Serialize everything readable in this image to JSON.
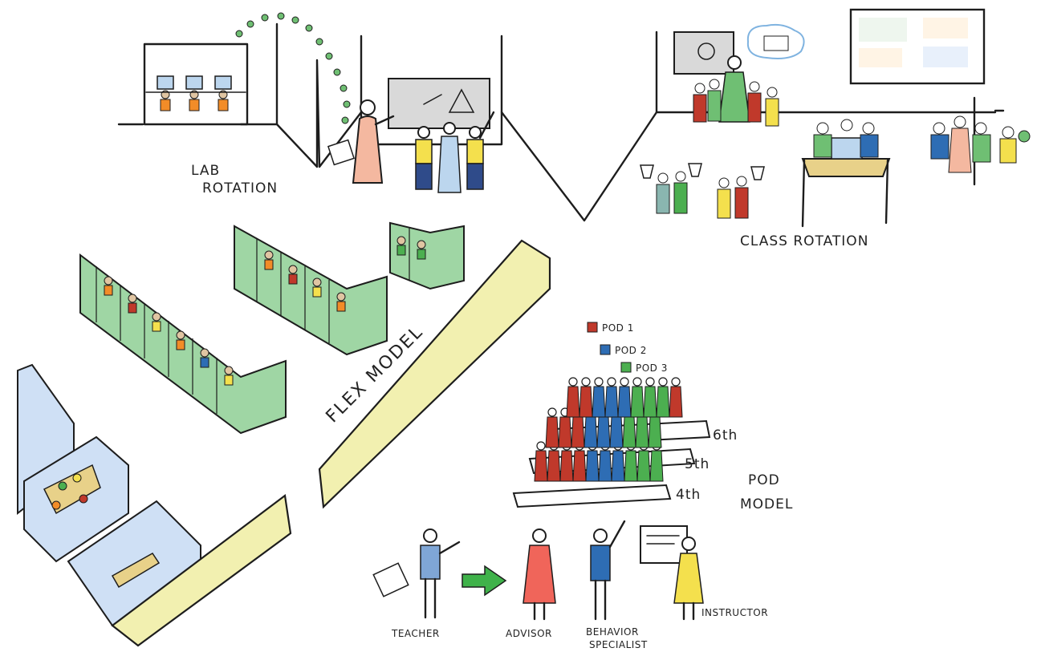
{
  "labels": {
    "lab_rotation_1": "LAB",
    "lab_rotation_2": "ROTATION",
    "class_rotation": "CLASS ROTATION",
    "flex_model": "FLEX MODEL",
    "pod_model_1": "POD",
    "pod_model_2": "MODEL",
    "grade_6": "6th",
    "grade_5": "5th",
    "grade_4": "4th",
    "teacher": "TEACHER",
    "advisor": "ADVISOR",
    "behavior_1": "BEHAVIOR",
    "behavior_2": "SPECIALIST",
    "instructor": "INSTRUCTOR"
  },
  "legend": [
    {
      "label": "POD 1",
      "color": "#c0392b"
    },
    {
      "label": "POD 2",
      "color": "#2e6db4"
    },
    {
      "label": "POD 3",
      "color": "#4caf50"
    }
  ],
  "colors": {
    "wall_yellow": "#f2f0b0",
    "cubicle_green": "#9fd6a4",
    "room_blue": "#cfe0f5",
    "arrow_green": "#3fb24a",
    "board_gray": "#d9d9d9",
    "table_tan": "#e8d189"
  }
}
